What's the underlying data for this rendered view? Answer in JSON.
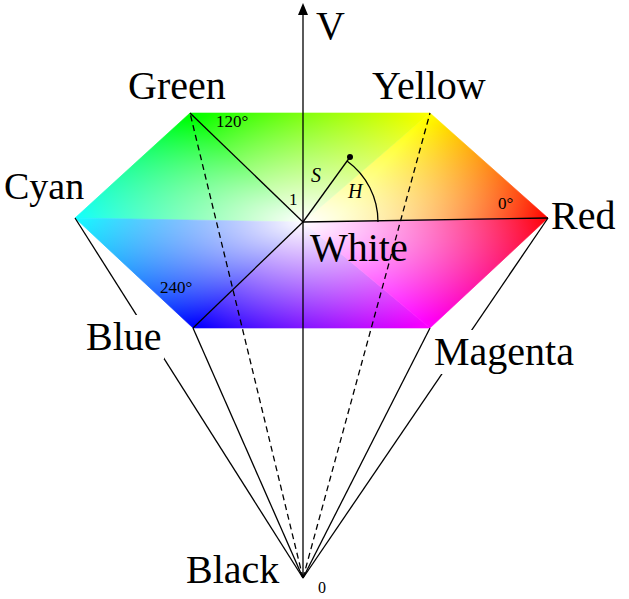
{
  "diagram": {
    "labels": [
      "V",
      "Green",
      "120°",
      "Yellow",
      "1",
      "S",
      "H",
      "Cyan",
      "0°",
      "Red",
      "White",
      "240°",
      "Blue",
      "Magenta",
      "Black",
      "0"
    ]
  }
}
